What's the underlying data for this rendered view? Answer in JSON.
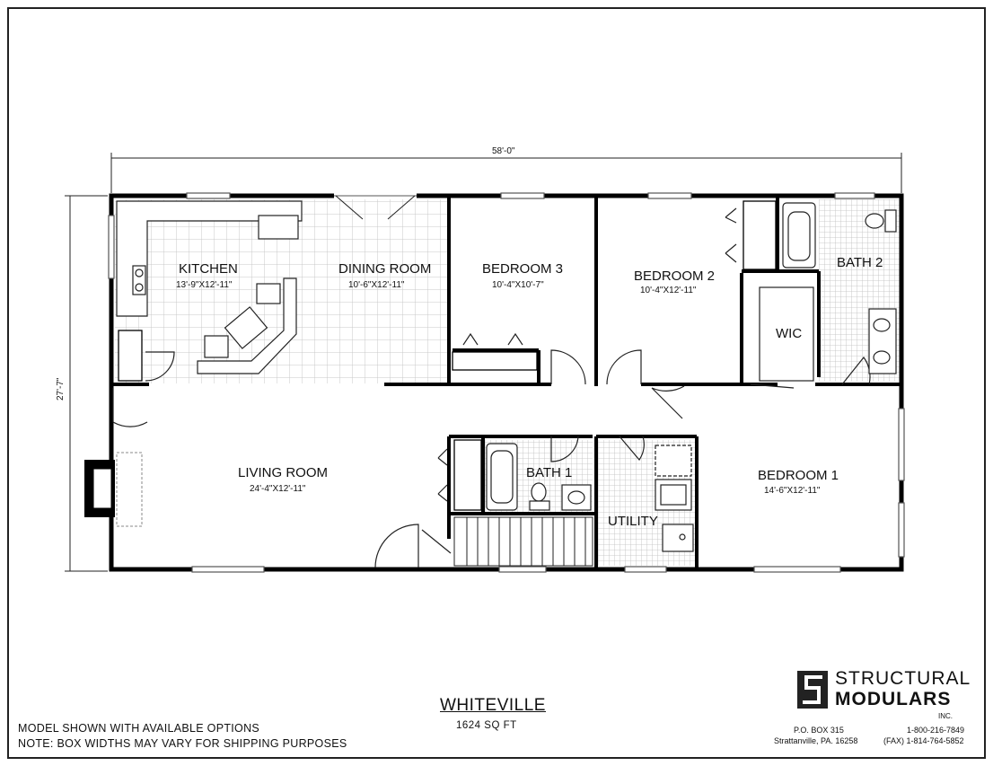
{
  "plan": {
    "overall_width": "58'-0\"",
    "overall_depth": "27'-7\""
  },
  "rooms": [
    {
      "id": "kitchen",
      "name": "KITCHEN",
      "dims": "13'-9\"X12'-11\""
    },
    {
      "id": "dining",
      "name": "DINING ROOM",
      "dims": "10'-6\"X12'-11\""
    },
    {
      "id": "bedroom3",
      "name": "BEDROOM 3",
      "dims": "10'-4\"X10'-7\""
    },
    {
      "id": "bedroom2",
      "name": "BEDROOM 2",
      "dims": "10'-4\"X12'-11\""
    },
    {
      "id": "bath2",
      "name": "BATH 2",
      "dims": ""
    },
    {
      "id": "wic",
      "name": "WIC",
      "dims": ""
    },
    {
      "id": "living",
      "name": "LIVING ROOM",
      "dims": "24'-4\"X12'-11\""
    },
    {
      "id": "bath1",
      "name": "BATH 1",
      "dims": ""
    },
    {
      "id": "utility",
      "name": "UTILITY",
      "dims": ""
    },
    {
      "id": "bedroom1",
      "name": "BEDROOM 1",
      "dims": "14'-6\"X12'-11\""
    }
  ],
  "model": {
    "name": "WHITEVILLE",
    "area": "1624 SQ FT"
  },
  "notes": {
    "line1": "MODEL SHOWN WITH AVAILABLE OPTIONS",
    "line2": "NOTE: BOX WIDTHS MAY VARY FOR SHIPPING PURPOSES"
  },
  "company": {
    "name_line1": "STRUCTURAL",
    "name_line2": "MODULARS",
    "suffix": "INC.",
    "po_box": "P.O. BOX 315",
    "city": "Strattanville, PA.  16258",
    "phone": "1-800-216-7849",
    "fax": "(FAX) 1-814-764-5852"
  }
}
